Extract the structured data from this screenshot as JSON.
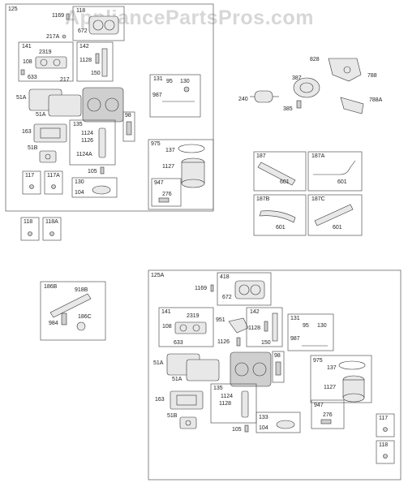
{
  "watermark": "AppliancePartsPros.com",
  "labels": {
    "g125": "125",
    "g125a": "125A",
    "a1169": "1169",
    "a118": "118",
    "a672": "672",
    "a217a": "217A",
    "a141": "141",
    "a2319": "2319",
    "a108": "108",
    "a633": "633",
    "a217": "217",
    "a142": "142",
    "a1128": "1128",
    "a150": "150",
    "a51a_1": "51A",
    "a51a_2": "51A",
    "a98": "98",
    "a163": "163",
    "a135": "135",
    "a1124": "1124",
    "a1126": "1126",
    "a1124a": "1124A",
    "a51b": "51B",
    "a105": "105",
    "a117": "117",
    "a117a": "117A",
    "a130": "130",
    "a104": "104",
    "a118b": "118",
    "a118a": "118A",
    "a131": "131",
    "a95": "95",
    "a130b": "130",
    "a987": "987",
    "a975": "975",
    "a137": "137",
    "a1127": "1127",
    "a947": "947",
    "a276": "276",
    "f828": "828",
    "f788": "788",
    "f387": "387",
    "f240": "240",
    "f385": "385",
    "f788a": "788A",
    "h187": "187",
    "h601_1": "601",
    "h187a": "187A",
    "h601_2": "601",
    "h187b": "187B",
    "h601_3": "601",
    "h187c": "187C",
    "h601_4": "601",
    "k186b": "186B",
    "k918b": "918B",
    "k984": "984",
    "k186c": "186C",
    "b1169": "1169",
    "b418": "418",
    "b672": "672",
    "b141": "141",
    "b2319": "2319",
    "b108": "108",
    "b633": "633",
    "b951": "951",
    "b1126": "1126",
    "b142": "142",
    "b1128": "1128",
    "b150": "150",
    "b131": "131",
    "b95": "95",
    "b130": "130",
    "b987": "987",
    "b51a_1": "51A",
    "b51a_2": "51A",
    "b98": "98",
    "b163": "163",
    "b135": "135",
    "b1124": "1124",
    "b1128b": "1128",
    "b975": "975",
    "b137": "137",
    "b1127": "1127",
    "b51b": "51B",
    "b105": "105",
    "b133": "133",
    "b104": "104",
    "b947": "947",
    "b276": "276",
    "b117": "117",
    "b118": "118"
  }
}
